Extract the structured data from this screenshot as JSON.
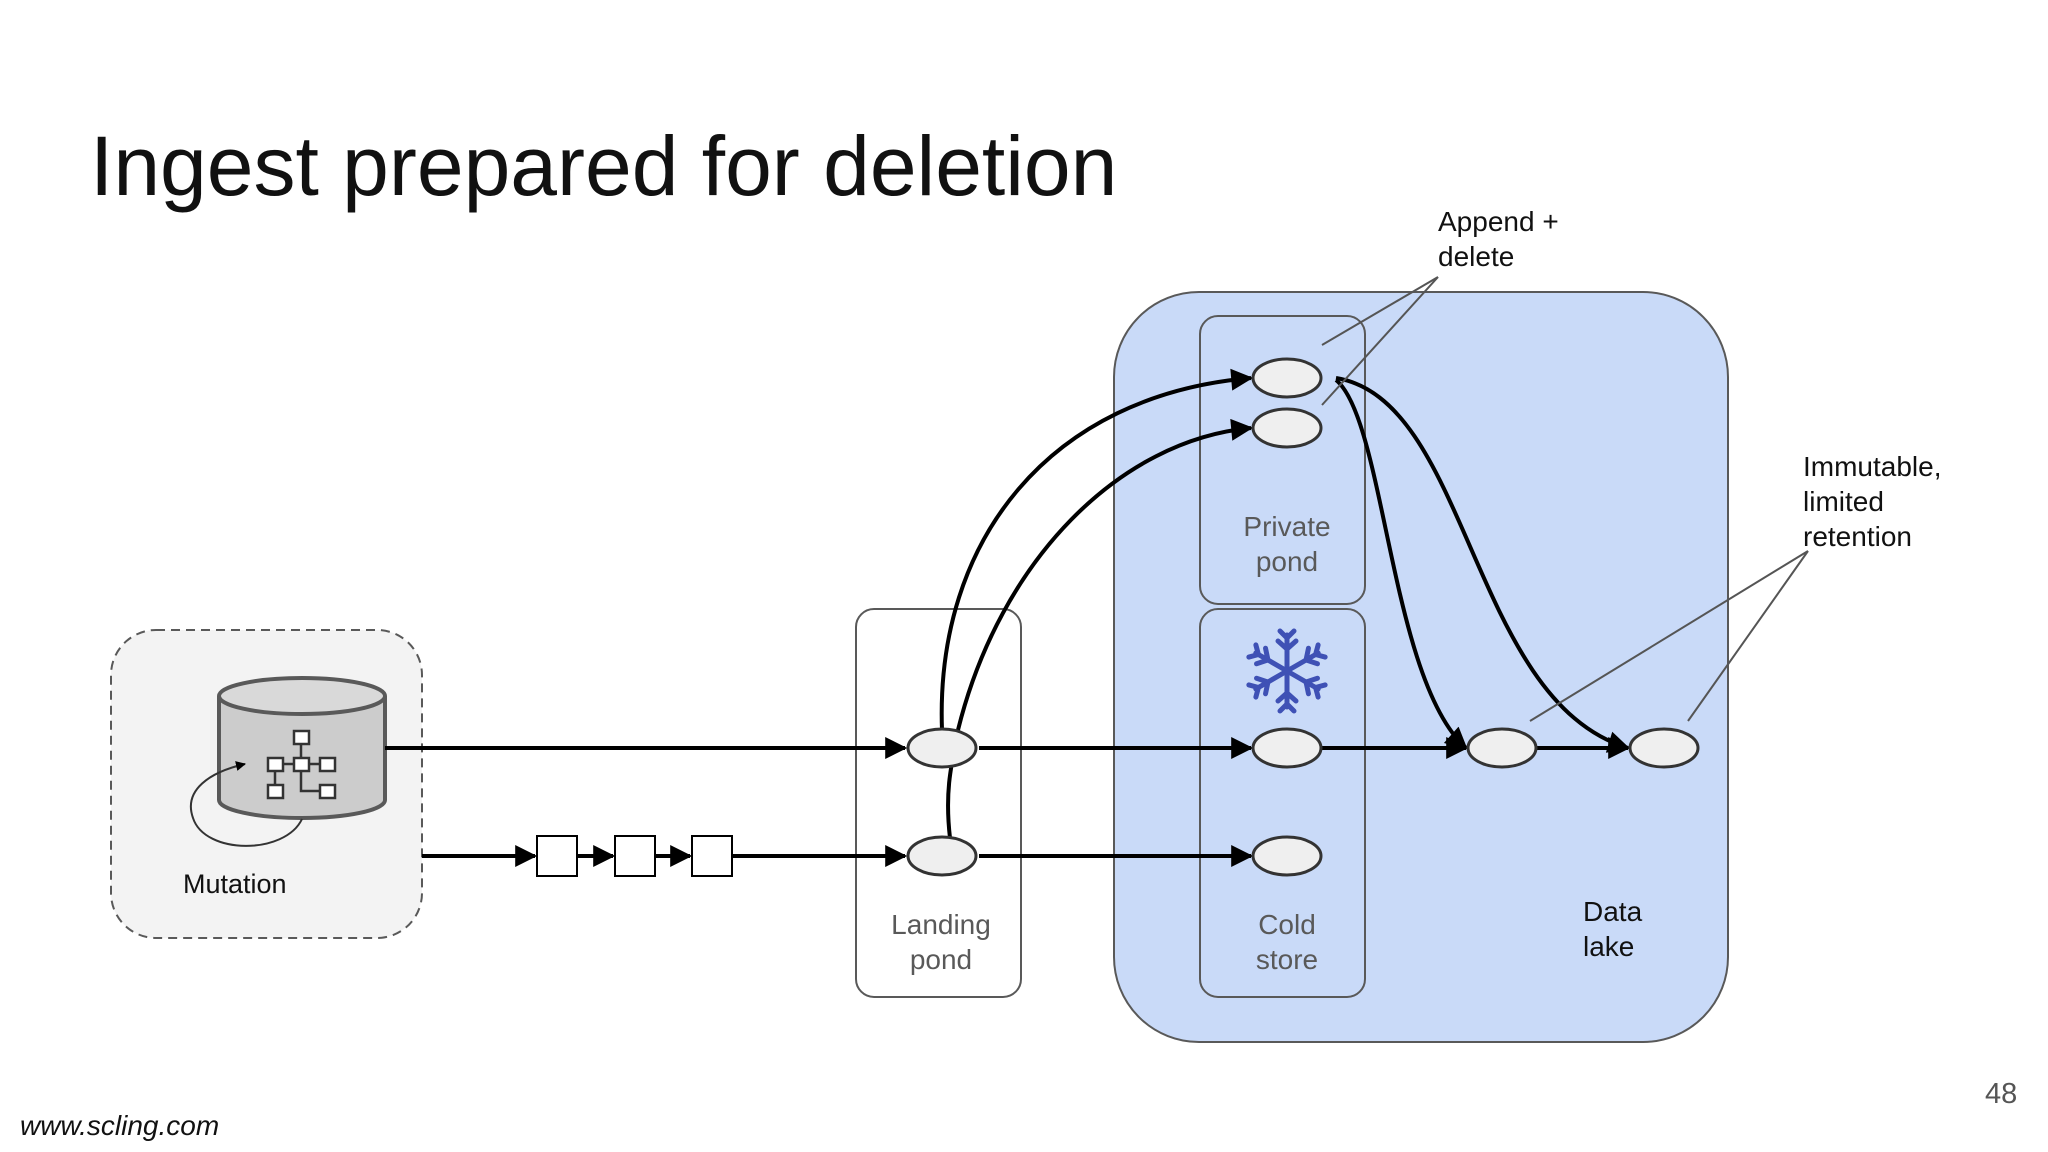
{
  "slide": {
    "title": "Ingest prepared for deletion",
    "footer": "www.scling.com",
    "page_number": "48"
  },
  "diagram": {
    "source_label": "Mutation",
    "landing_pond": [
      "Landing",
      "pond"
    ],
    "private_pond": [
      "Private",
      "pond"
    ],
    "cold_store": [
      "Cold",
      "store"
    ],
    "data_lake": [
      "Data",
      "lake"
    ],
    "annotation_append": [
      "Append +",
      "delete"
    ],
    "annotation_immutable": [
      "Immutable,",
      "limited",
      "retention"
    ],
    "icons": [
      "database-icon",
      "snowflake-icon"
    ],
    "colors": {
      "data_lake_fill": "#c9daf8",
      "source_box_fill": "#f3f3f3",
      "dataset_fill": "#efefef",
      "snowflake": "#3f51b5"
    }
  }
}
